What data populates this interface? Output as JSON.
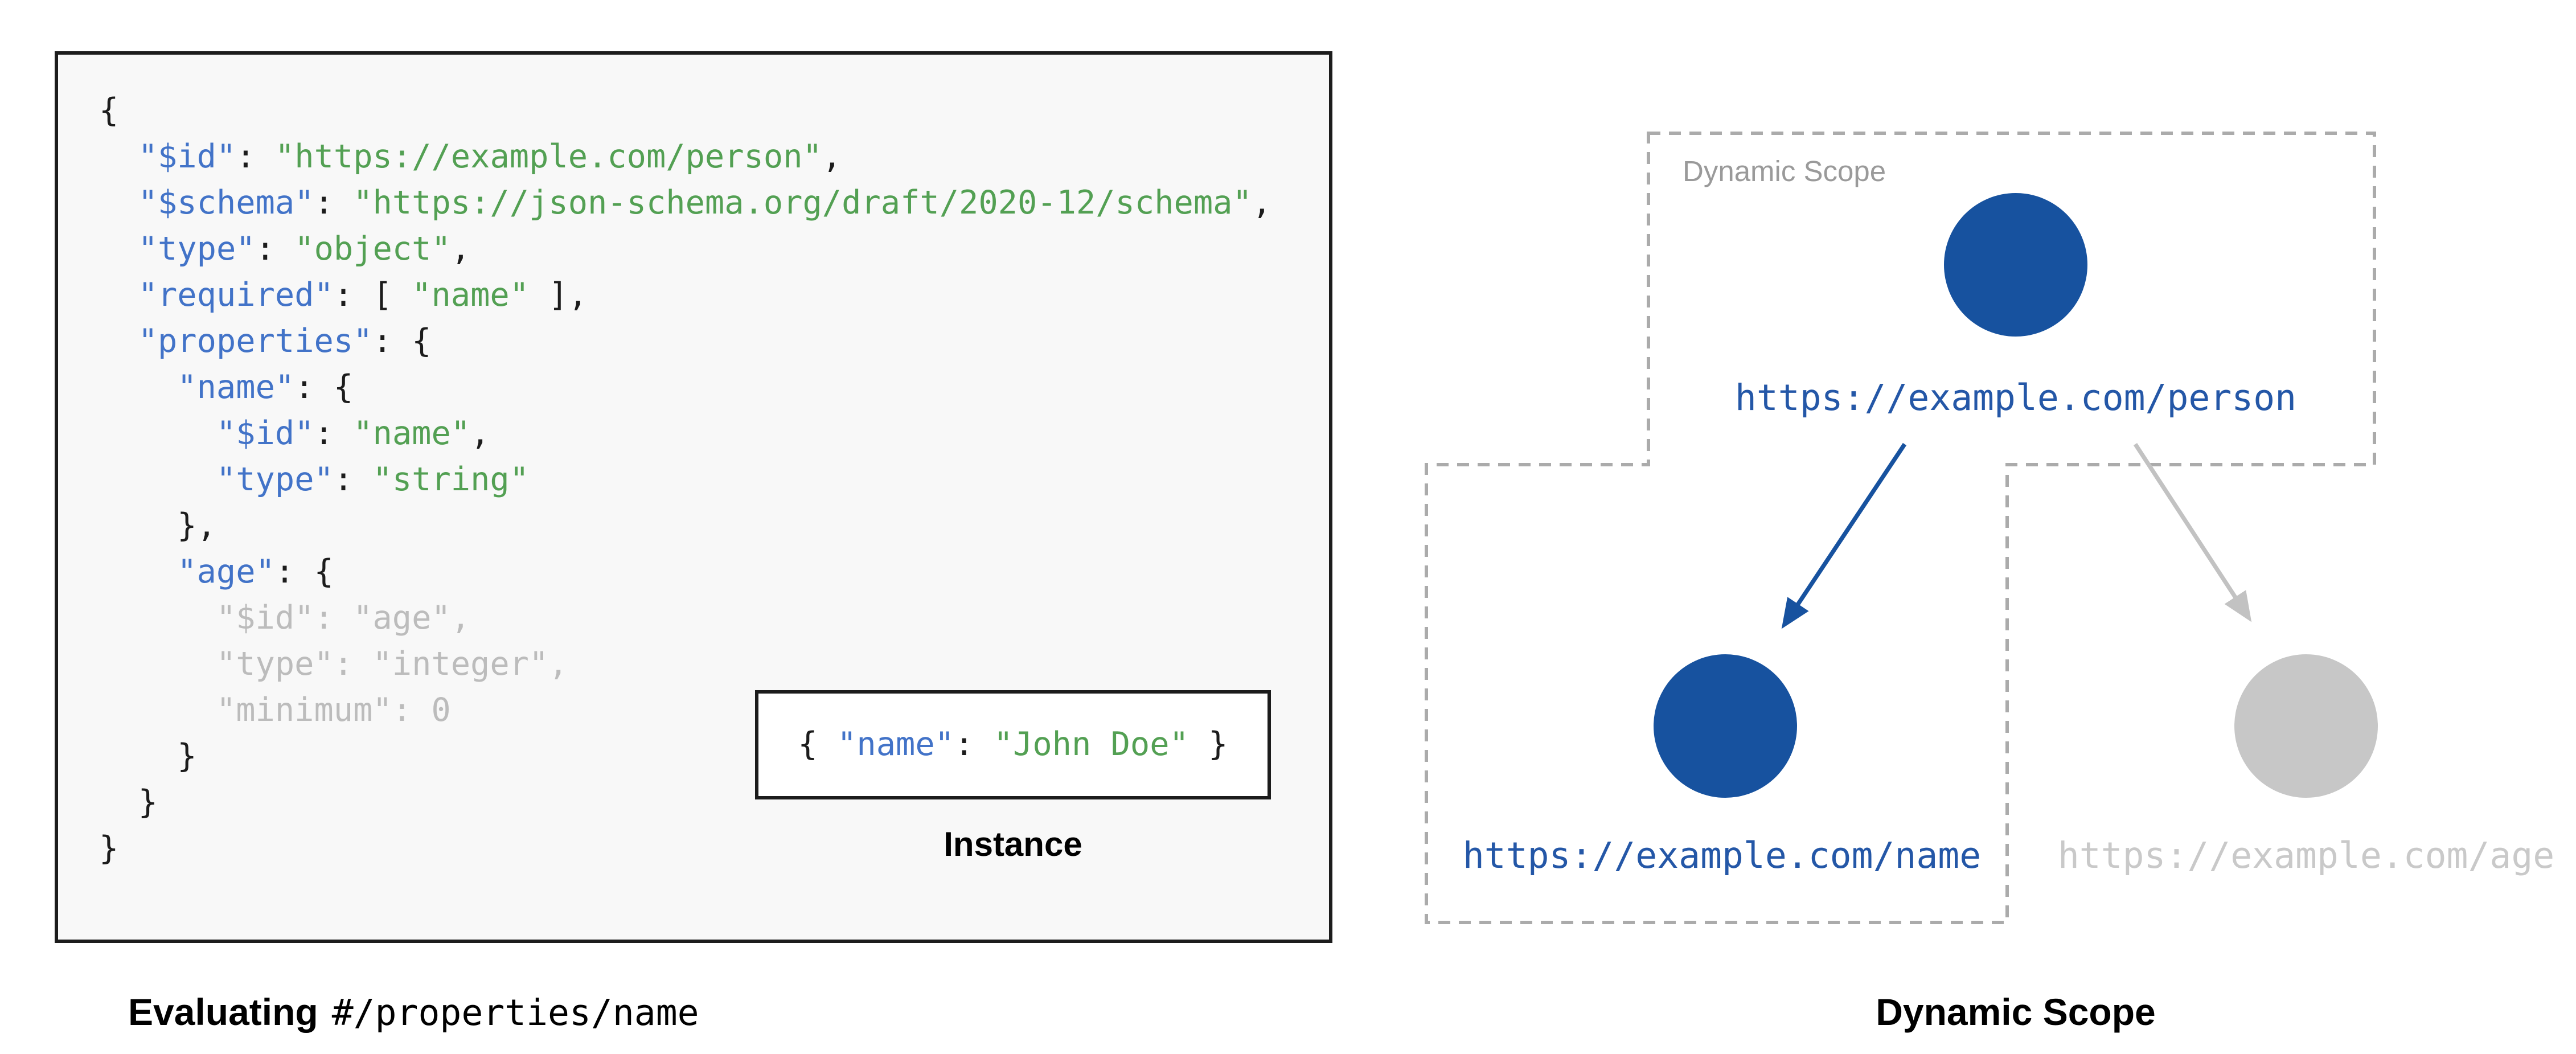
{
  "colors": {
    "plain_text": "#1c1c1c",
    "key_blue": "#4273c8",
    "string_green": "#53a053",
    "faded_gray": "#bcbcbc",
    "node_blue": "#17529f",
    "node_gray": "#c7c7c7",
    "url_blue": "#2457a7",
    "url_gray": "#c9c9c9",
    "arrow_gray": "#c2c2c2",
    "dash_gray": "#ababab",
    "label_gray": "#9a9a9a"
  },
  "left_panel": {
    "code_lines": [
      [
        {
          "t": "{",
          "c": "p"
        }
      ],
      [
        {
          "t": "  ",
          "c": "p"
        },
        {
          "t": "\"$id\"",
          "c": "k"
        },
        {
          "t": ": ",
          "c": "p"
        },
        {
          "t": "\"https://example.com/person\"",
          "c": "s"
        },
        {
          "t": ",",
          "c": "p"
        }
      ],
      [
        {
          "t": "  ",
          "c": "p"
        },
        {
          "t": "\"$schema\"",
          "c": "k"
        },
        {
          "t": ": ",
          "c": "p"
        },
        {
          "t": "\"https://json-schema.org/draft/2020-12/schema\"",
          "c": "s"
        },
        {
          "t": ",",
          "c": "p"
        }
      ],
      [
        {
          "t": "  ",
          "c": "p"
        },
        {
          "t": "\"type\"",
          "c": "k"
        },
        {
          "t": ": ",
          "c": "p"
        },
        {
          "t": "\"object\"",
          "c": "s"
        },
        {
          "t": ",",
          "c": "p"
        }
      ],
      [
        {
          "t": "  ",
          "c": "p"
        },
        {
          "t": "\"required\"",
          "c": "k"
        },
        {
          "t": ": [ ",
          "c": "p"
        },
        {
          "t": "\"name\"",
          "c": "s"
        },
        {
          "t": " ],",
          "c": "p"
        }
      ],
      [
        {
          "t": "  ",
          "c": "p"
        },
        {
          "t": "\"properties\"",
          "c": "k"
        },
        {
          "t": ": {",
          "c": "p"
        }
      ],
      [
        {
          "t": "    ",
          "c": "p"
        },
        {
          "t": "\"name\"",
          "c": "k"
        },
        {
          "t": ": {",
          "c": "p"
        }
      ],
      [
        {
          "t": "      ",
          "c": "p"
        },
        {
          "t": "\"$id\"",
          "c": "k"
        },
        {
          "t": ": ",
          "c": "p"
        },
        {
          "t": "\"name\"",
          "c": "s"
        },
        {
          "t": ",",
          "c": "p"
        }
      ],
      [
        {
          "t": "      ",
          "c": "p"
        },
        {
          "t": "\"type\"",
          "c": "k"
        },
        {
          "t": ": ",
          "c": "p"
        },
        {
          "t": "\"string\"",
          "c": "s"
        }
      ],
      [
        {
          "t": "    },",
          "c": "p"
        }
      ],
      [
        {
          "t": "    ",
          "c": "p"
        },
        {
          "t": "\"age\"",
          "c": "k"
        },
        {
          "t": ": {",
          "c": "p"
        }
      ],
      [
        {
          "t": "      \"$id\": \"age\",",
          "c": "g"
        }
      ],
      [
        {
          "t": "      \"type\": \"integer\",",
          "c": "g"
        }
      ],
      [
        {
          "t": "      \"minimum\": 0",
          "c": "g"
        }
      ],
      [
        {
          "t": "    }",
          "c": "p"
        }
      ],
      [
        {
          "t": "  }",
          "c": "p"
        }
      ],
      [
        {
          "t": "}",
          "c": "p"
        }
      ]
    ],
    "instance_tokens": [
      {
        "t": "{ ",
        "c": "p"
      },
      {
        "t": "\"name\"",
        "c": "k"
      },
      {
        "t": ": ",
        "c": "p"
      },
      {
        "t": "\"John Doe\"",
        "c": "s"
      },
      {
        "t": " }",
        "c": "p"
      }
    ],
    "instance_label": "Instance",
    "caption_bold": "Evaluating",
    "caption_mono": "#/properties/name"
  },
  "right_panel": {
    "scope_label": "Dynamic Scope",
    "nodes": [
      {
        "id": "person",
        "url": "https://example.com/person",
        "state": "in-scope"
      },
      {
        "id": "name",
        "url": "https://example.com/name",
        "state": "in-scope"
      },
      {
        "id": "age",
        "url": "https://example.com/age",
        "state": "out-of-scope"
      }
    ],
    "caption": "Dynamic Scope"
  }
}
